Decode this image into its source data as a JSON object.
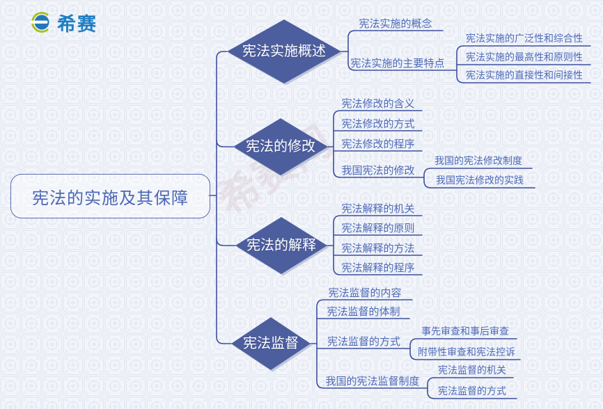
{
  "logo": {
    "brand": "希赛",
    "icon": "xisai-e-icon"
  },
  "watermark": "希赛网",
  "root": {
    "label": "宪法的实施及其保障"
  },
  "colors": {
    "diamond_fill": "#4d5e9e",
    "diamond_bevel": "#bdc6dc",
    "connector_line": "#3e509c",
    "topic_text": "#4e6ab8",
    "root_text": "#4b67b5",
    "root_border": "#5b6cb2",
    "logo_blue": "#1f7ec2",
    "logo_green": "#a6c41f",
    "background": "#eef1f7"
  },
  "branches": [
    {
      "label": "宪法实施概述",
      "children": [
        {
          "label": "宪法实施的概念"
        },
        {
          "label": "宪法实施的主要特点",
          "children": [
            {
              "label": "宪法实施的广泛性和综合性"
            },
            {
              "label": "宪法实施的最高性和原则性"
            },
            {
              "label": "宪法实施的直接性和间接性"
            }
          ]
        }
      ]
    },
    {
      "label": "宪法的修改",
      "children": [
        {
          "label": "宪法修改的含义"
        },
        {
          "label": "宪法修改的方式"
        },
        {
          "label": "宪法修改的程序"
        },
        {
          "label": "我国宪法的修改",
          "children": [
            {
              "label": "我国的宪法修改制度"
            },
            {
              "label": "我国宪法修改的实践"
            }
          ]
        }
      ]
    },
    {
      "label": "宪法的解释",
      "children": [
        {
          "label": "宪法解释的机关"
        },
        {
          "label": "宪法解释的原则"
        },
        {
          "label": "宪法解释的方法"
        },
        {
          "label": "宪法解释的程序"
        }
      ]
    },
    {
      "label": "宪法监督",
      "children": [
        {
          "label": "宪法监督的内容"
        },
        {
          "label": "宪法监督的体制"
        },
        {
          "label": "宪法监督的方式",
          "children": [
            {
              "label": "事先审查和事后审查"
            },
            {
              "label": "附带性审查和宪法控诉"
            }
          ]
        },
        {
          "label": "我国的宪法监督制度",
          "children": [
            {
              "label": "宪法监督的机关"
            },
            {
              "label": "宪法监督的方式"
            }
          ]
        }
      ]
    }
  ]
}
